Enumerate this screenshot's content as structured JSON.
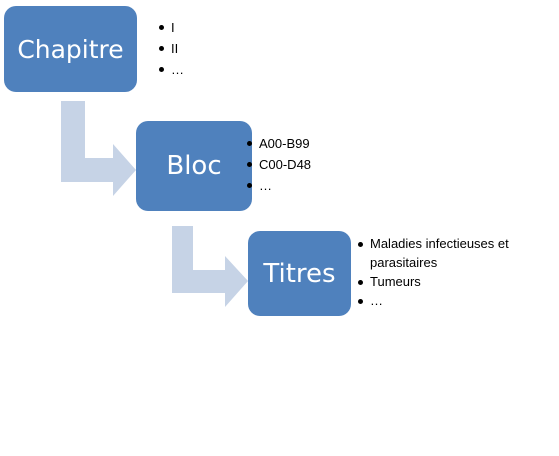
{
  "levels": [
    {
      "label": "Chapitre",
      "items": [
        "I",
        "II",
        "…"
      ]
    },
    {
      "label": "Bloc",
      "items": [
        "A00-B99",
        "C00-D48",
        "…"
      ]
    },
    {
      "label": "Titres",
      "items": [
        "Maladies infectieuses et parasitaires",
        "Tumeurs",
        "…"
      ]
    }
  ],
  "colors": {
    "box_fill": "#4f81bd",
    "box_text": "#ffffff",
    "arrow_fill": "#c6d3e6",
    "bullet_text": "#000000"
  },
  "icons": {
    "connector": "bent-arrow-icon",
    "bullet": "bullet-dot-icon"
  }
}
